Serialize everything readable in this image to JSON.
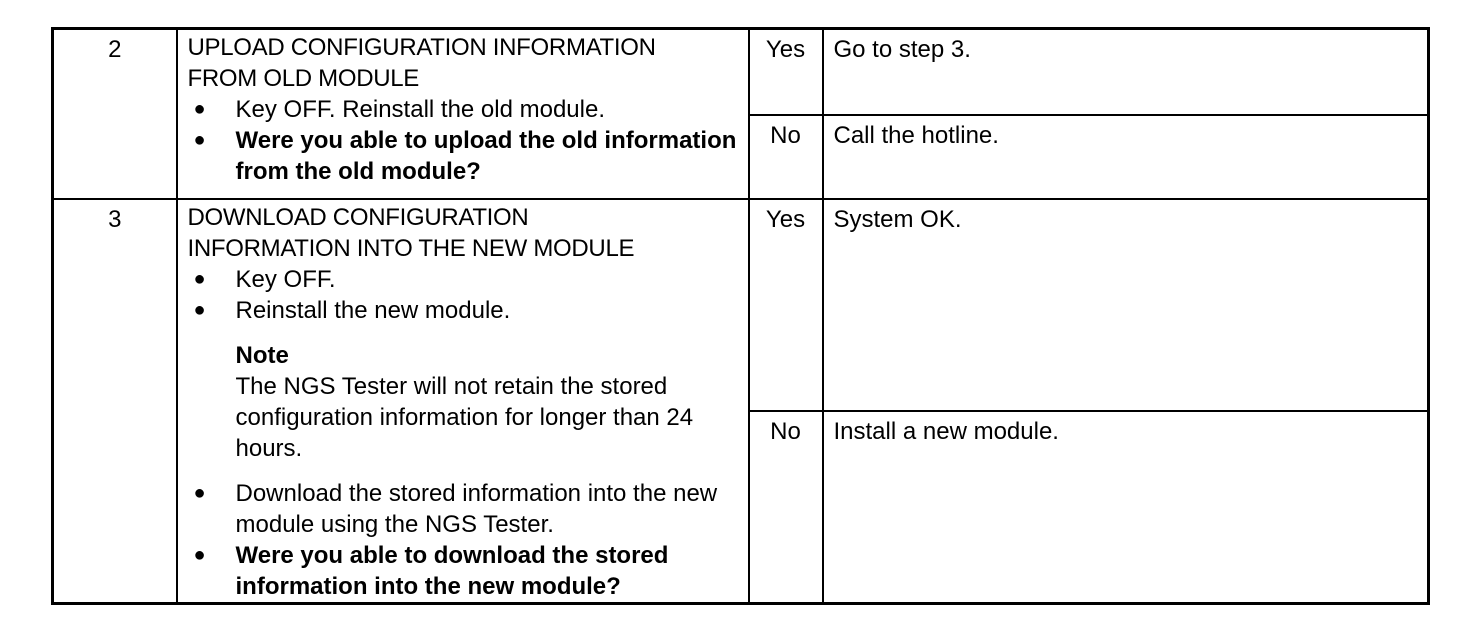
{
  "rows": [
    {
      "step": "2",
      "heading": [
        "UPLOAD CONFIGURATION INFORMATION",
        "FROM OLD MODULE"
      ],
      "bullets": [
        {
          "text": "Key OFF. Reinstall the old module.",
          "bold": false
        },
        {
          "text": "Were you able to upload the old information from the old module?",
          "bold": true
        }
      ],
      "results": [
        {
          "answer": "Yes",
          "action": "Go to step 3."
        },
        {
          "answer": "No",
          "action": "Call the hotline."
        }
      ]
    },
    {
      "step": "3",
      "heading": [
        "DOWNLOAD CONFIGURATION",
        "INFORMATION INTO THE NEW MODULE"
      ],
      "bullets_before_note": [
        {
          "text": "Key OFF.",
          "bold": false
        },
        {
          "text": "Reinstall the new module.",
          "bold": false
        }
      ],
      "note": {
        "title": "Note",
        "text": "The NGS Tester will not retain the stored configuration information for longer than 24 hours."
      },
      "bullets_after_note": [
        {
          "text": "Download the stored information into the new module using the NGS Tester.",
          "bold": false
        },
        {
          "text": "Were you able to download the stored information into the new module?",
          "bold": true
        }
      ],
      "results": [
        {
          "answer": "Yes",
          "action": "System OK."
        },
        {
          "answer": "No",
          "action": "Install a new module."
        }
      ]
    }
  ]
}
